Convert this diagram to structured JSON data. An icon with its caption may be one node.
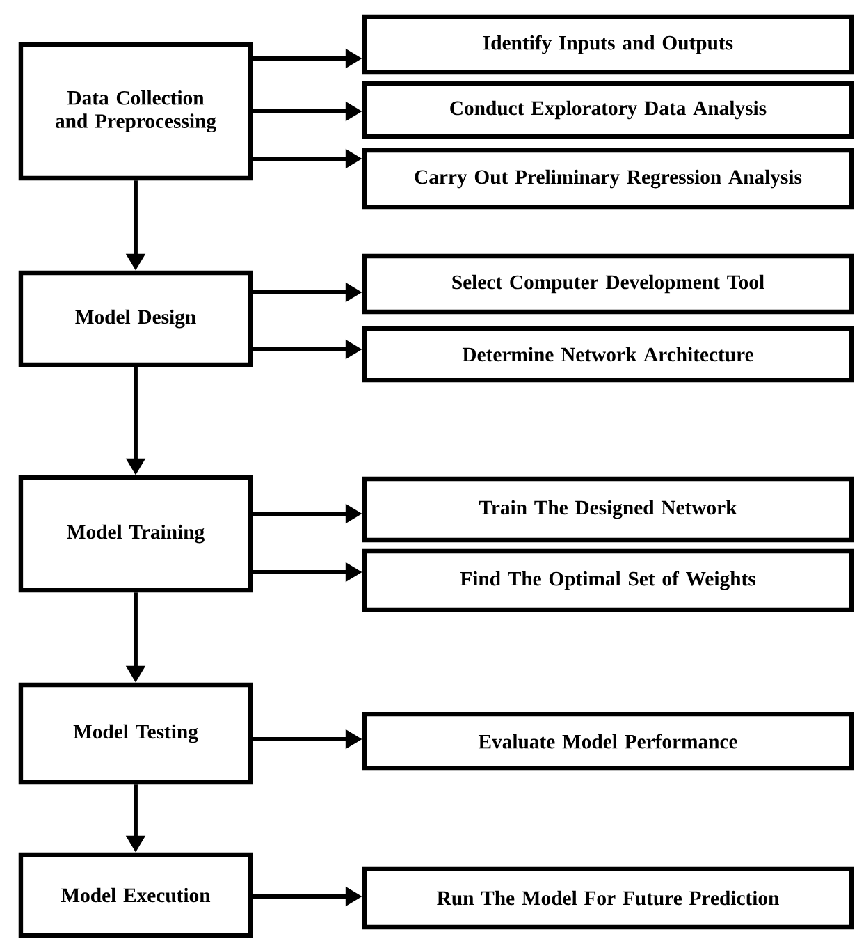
{
  "diagram": {
    "nodes": [
      {
        "text": [
          "Data Collection and Preprocessing"
        ]
      },
      {
        "text": [
          "Identify Inputs and Outputs"
        ]
      },
      {
        "text": [
          "Conduct Exploratory Data Analysis"
        ]
      },
      {
        "text": [
          "Carry Out Preliminary Regression Analysis"
        ]
      },
      {
        "text": [
          "Model Design"
        ]
      },
      {
        "text": [
          "Select Computer Development Tool"
        ]
      },
      {
        "text": [
          "Determine Network Architecture"
        ]
      },
      {
        "text": [
          "Model Training"
        ]
      },
      {
        "text": [
          "Train The Designed Network"
        ]
      },
      {
        "text": [
          "Find The Optimal Set of Weights"
        ]
      },
      {
        "text": [
          "Model Testing"
        ]
      },
      {
        "text": [
          "Evaluate Model Performance"
        ]
      },
      {
        "text": [
          "Model Execution"
        ]
      },
      {
        "text": [
          "Run The Model For Future Prediction"
        ]
      }
    ],
    "edges": [
      {
        "from": 0,
        "to": 1,
        "arrow": "to"
      },
      {
        "from": 0,
        "to": 2,
        "arrow": "to"
      },
      {
        "from": 0,
        "to": 3,
        "arrow": "to"
      },
      {
        "from": 0,
        "to": 4,
        "arrow": "to"
      },
      {
        "from": 4,
        "to": 5,
        "arrow": "to"
      },
      {
        "from": 4,
        "to": 6,
        "arrow": "to"
      },
      {
        "from": 4,
        "to": 7,
        "arrow": "to"
      },
      {
        "from": 7,
        "to": 8,
        "arrow": "to"
      },
      {
        "from": 7,
        "to": 9,
        "arrow": "to"
      },
      {
        "from": 7,
        "to": 10,
        "arrow": "to"
      },
      {
        "from": 10,
        "to": 11,
        "arrow": "to"
      },
      {
        "from": 10,
        "to": 12,
        "arrow": "to"
      },
      {
        "from": 12,
        "to": 13,
        "arrow": "to"
      }
    ]
  }
}
